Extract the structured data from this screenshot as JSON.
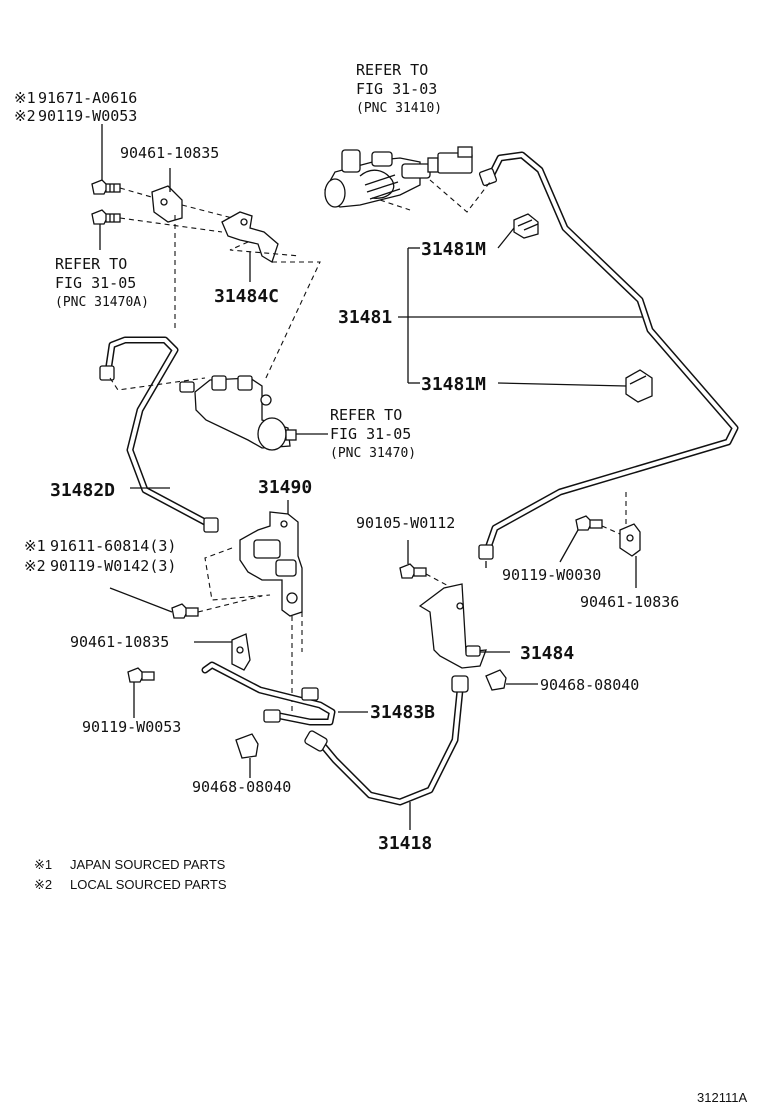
{
  "refs": {
    "fig3103": {
      "l1": "REFER TO",
      "l2": "FIG 31-03",
      "l3": "(PNC 31410)"
    },
    "fig3105a": {
      "l1": "REFER TO",
      "l2": "FIG 31-05",
      "l3": "(PNC 31470A)"
    },
    "fig3105": {
      "l1": "REFER TO",
      "l2": "FIG 31-05",
      "l3": "(PNC 31470)"
    }
  },
  "parts": {
    "p91671": "91671-A0616",
    "p90119_w0053_top": "90119-W0053",
    "p90461_10835_top": "90461-10835",
    "p31484c": "31484C",
    "p31481m_top": "31481M",
    "p31481": "31481",
    "p31481m_bot": "31481M",
    "p31482d": "31482D",
    "p31490": "31490",
    "p91611": "91611-60814(3)",
    "p90119_w0142": "90119-W0142(3)",
    "p90105": "90105-W0112",
    "p90119_w0030": "90119-W0030",
    "p90461_10836": "90461-10836",
    "p90461_10835_bot": "90461-10835",
    "p31484": "31484",
    "p90468_r": "90468-08040",
    "p90119_w0053_bot": "90119-W0053",
    "p31483b": "31483B",
    "p90468_b": "90468-08040",
    "p31418": "31418"
  },
  "marks": {
    "m1": "※1",
    "m2": "※2"
  },
  "legend": {
    "m1": "※1",
    "m2": "※2",
    "note1": "JAPAN SOURCED PARTS",
    "note2": "LOCAL SOURCED PARTS"
  },
  "figure_id": "312111A"
}
